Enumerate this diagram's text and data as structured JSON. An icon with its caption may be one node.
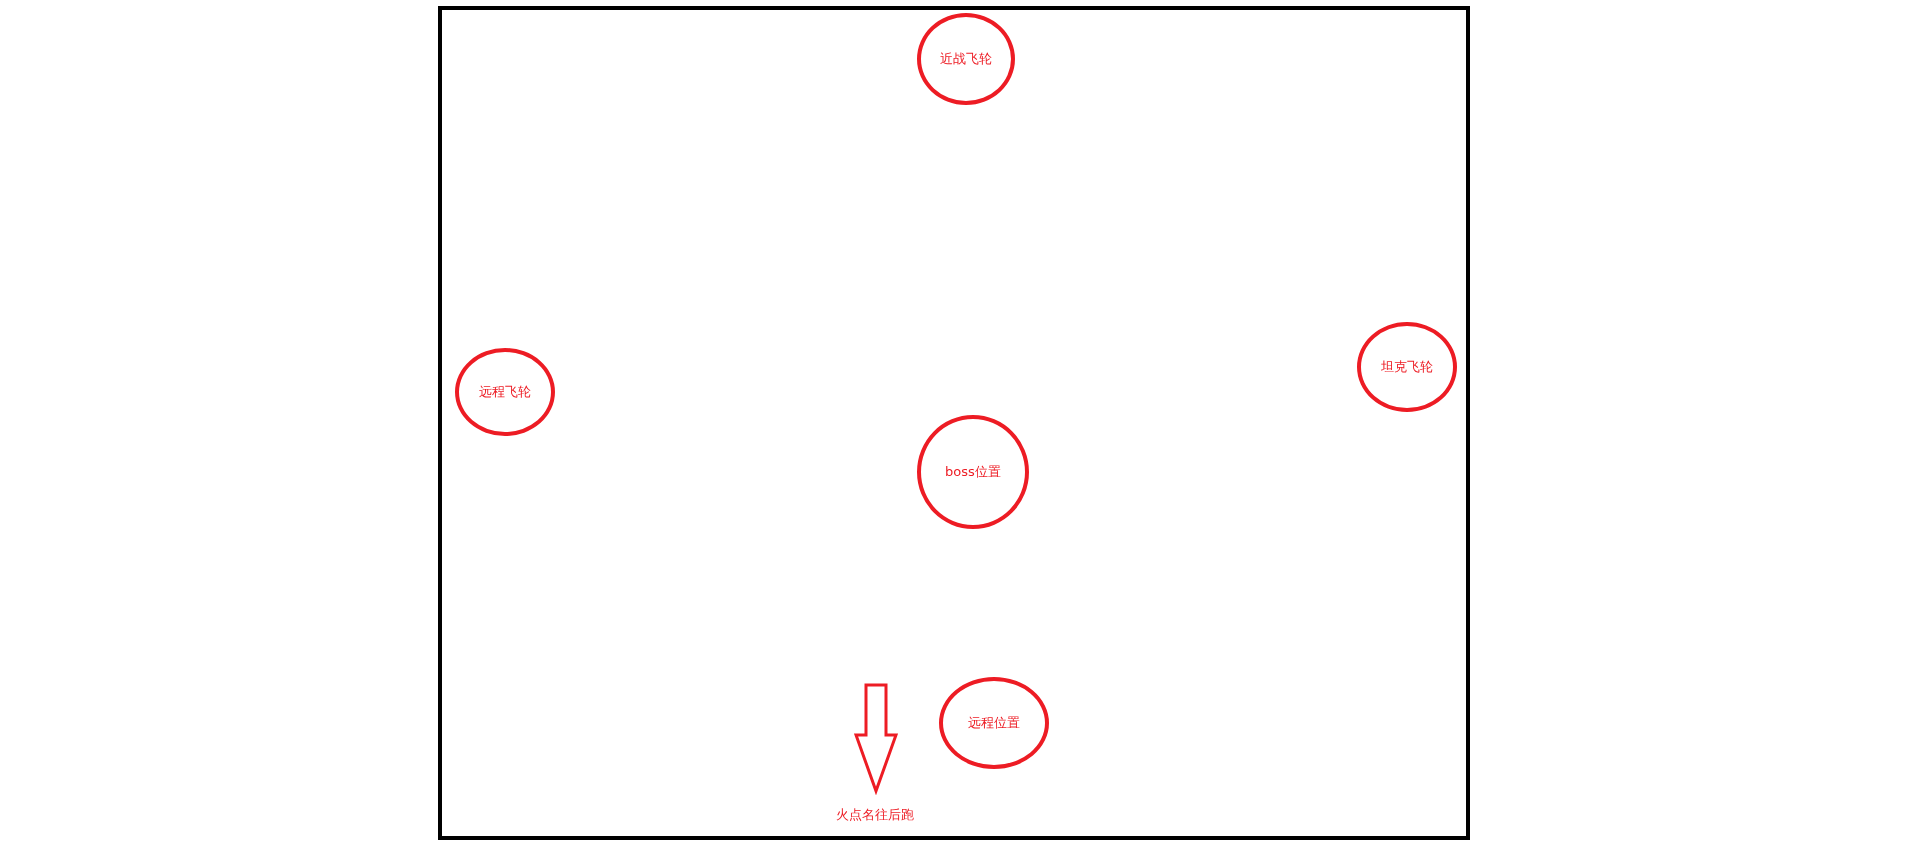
{
  "diagram": {
    "nodes": [
      {
        "text": [
          "近战飞轮"
        ]
      },
      {
        "text": [
          "远程飞轮"
        ]
      },
      {
        "text": [
          "坦克飞轮"
        ]
      },
      {
        "text": [
          "boss位置"
        ]
      },
      {
        "text": [
          "远程位置"
        ]
      }
    ],
    "labels": [
      "火点名往后跑"
    ]
  }
}
